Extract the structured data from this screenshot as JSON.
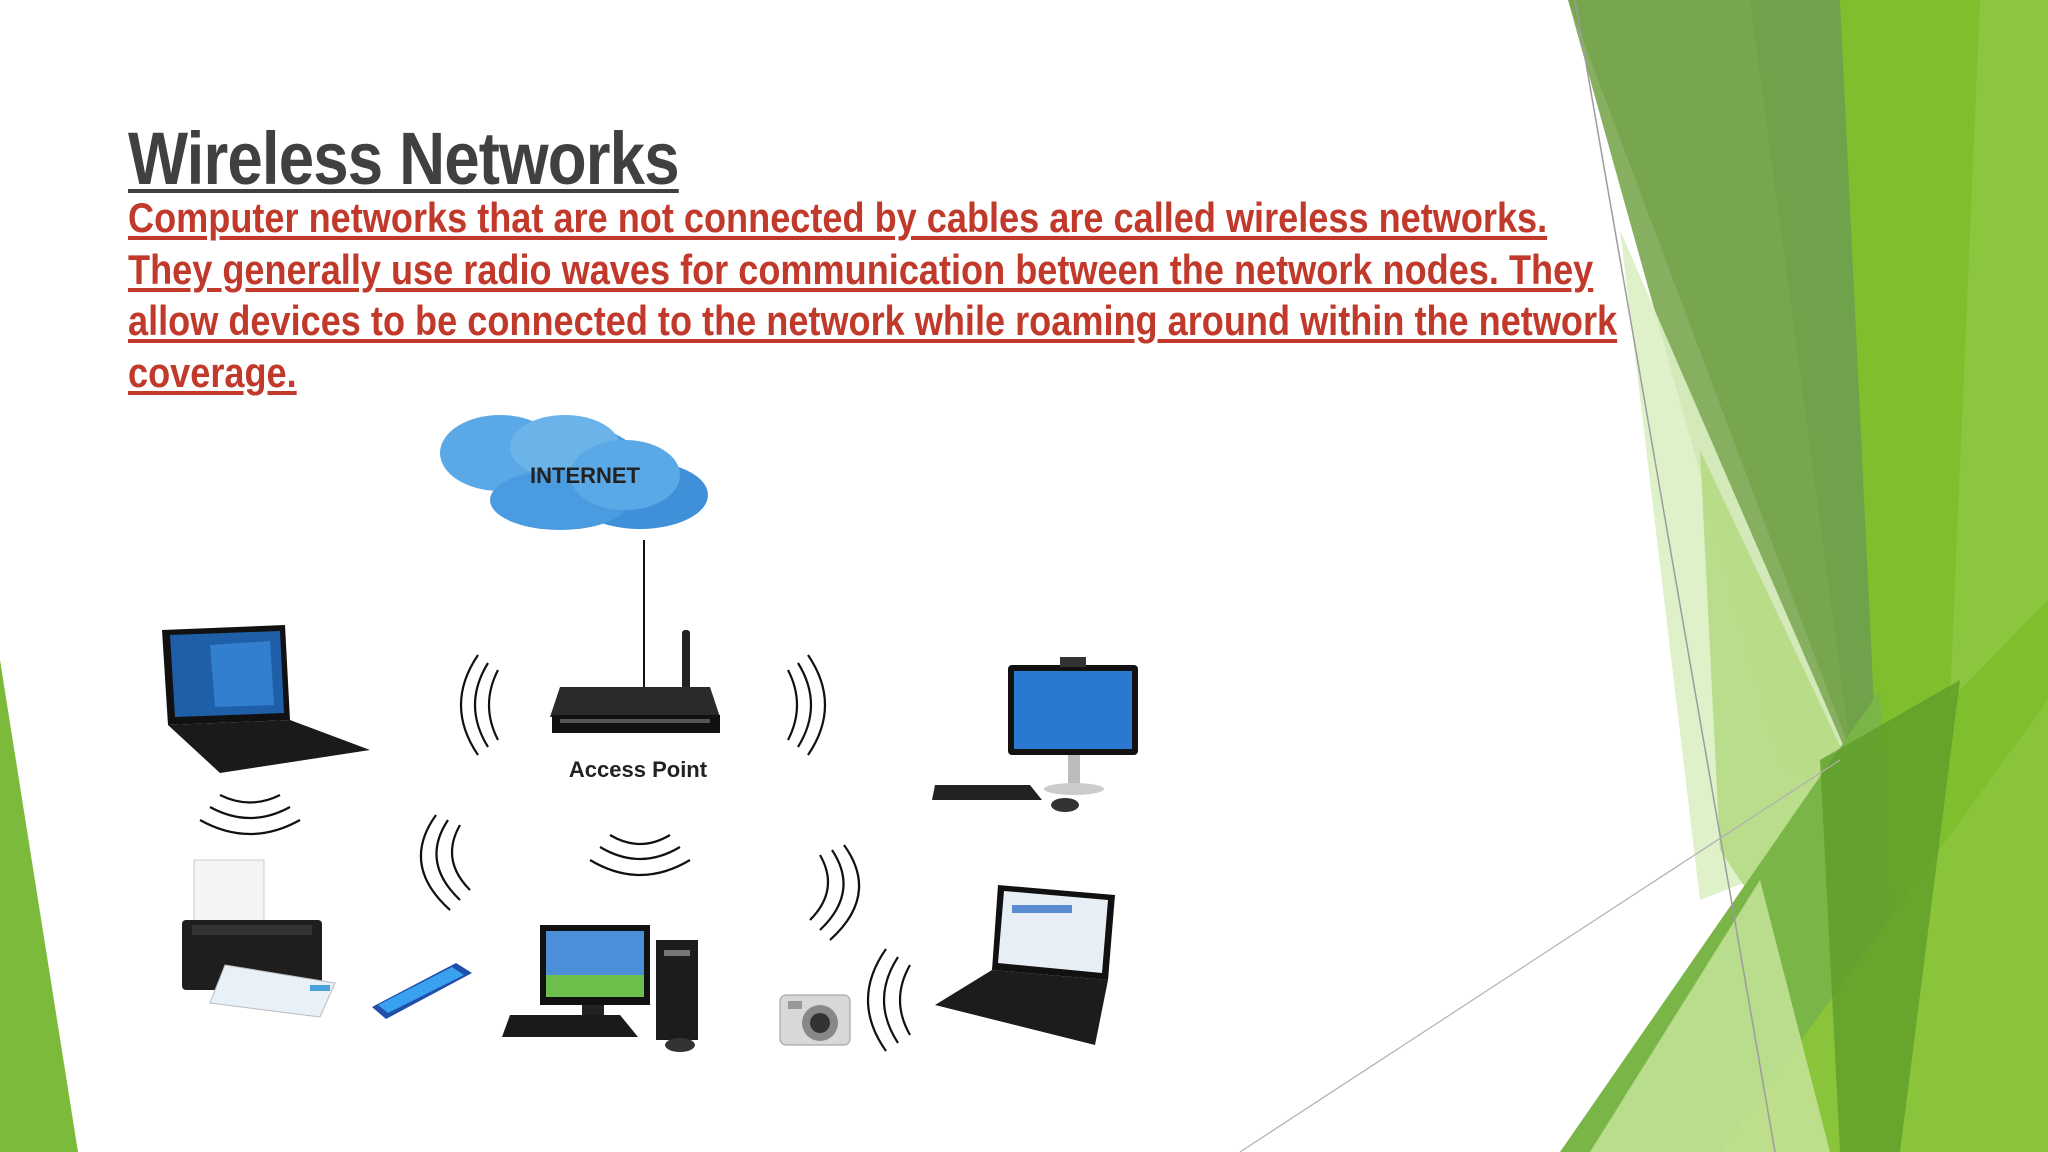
{
  "slide": {
    "title": "Wireless Networks",
    "body_lines": [
      "Computer networks that are not connected by cables are called wireless networks.",
      "They generally use radio waves for communication between the network nodes. They",
      "allow devices to be connected to the network while roaming around within the network",
      "coverage."
    ]
  },
  "diagram": {
    "cloud_label": "INTERNET",
    "router_label": "Access Point",
    "devices": [
      "laptop-icon",
      "printer-icon",
      "smartphone-icon",
      "desktop-computer-icon",
      "camera-icon",
      "laptop-icon",
      "all-in-one-computer-icon"
    ]
  },
  "colors": {
    "title": "#404040",
    "body_text": "#c0392b",
    "green_dark": "#5a9a3a",
    "green_mid": "#7cb83f",
    "green_light": "#d6ebb5",
    "cloud": "#5aa9e6"
  }
}
